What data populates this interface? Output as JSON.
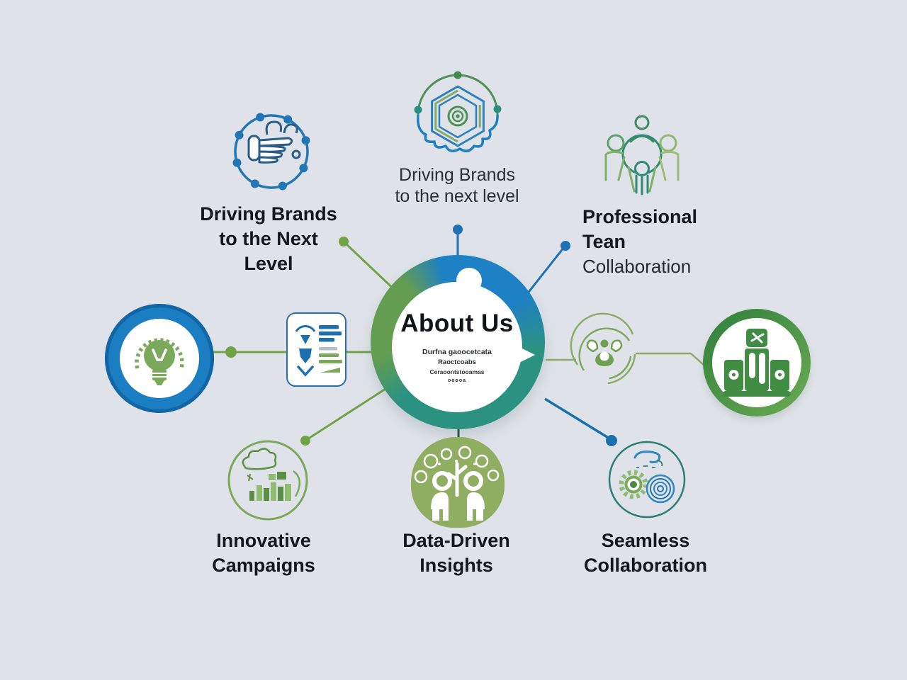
{
  "page": {
    "background_color": "#dfe3e9",
    "accent_blue": "#1d7fc4",
    "accent_green": "#6fa345",
    "accent_teal": "#2a9183",
    "ink_color": "#14181d"
  },
  "center": {
    "title": "About Us",
    "sub_lines": [
      "Durfna gaoocetcata",
      "Raoctcoabs",
      "Ceraoontstooamas",
      "ooooa"
    ],
    "icon": "speech-bubble-ring-icon"
  },
  "nodes": {
    "top_left": {
      "icon": "pointing-hand-circle-icon",
      "lines": [
        "Driving Brands",
        "to the Next",
        "Level"
      ]
    },
    "top_center": {
      "icon": "hexagon-brain-icon",
      "lines": [
        "Driving Brands",
        "to the next  level"
      ]
    },
    "top_right": {
      "icon": "team-group-icon",
      "lines": [
        "Professional",
        "Tean",
        "Collaboration"
      ]
    },
    "left": {
      "icon": "lightbulb-donut-icon"
    },
    "report": {
      "icon": "report-card-icon"
    },
    "cycle": {
      "icon": "sync-people-icon"
    },
    "right": {
      "icon": "podium-chart-donut-icon"
    },
    "bottom_left": {
      "icon": "campaign-doodle-icon",
      "lines": [
        "Innovative",
        "Campaigns"
      ]
    },
    "bottom_center": {
      "icon": "insights-tree-icon",
      "lines": [
        "Data-Driven",
        "Insights"
      ]
    },
    "bottom_right": {
      "icon": "gear-swirl-icon",
      "lines": [
        "Seamless",
        "Collaboration"
      ]
    }
  }
}
